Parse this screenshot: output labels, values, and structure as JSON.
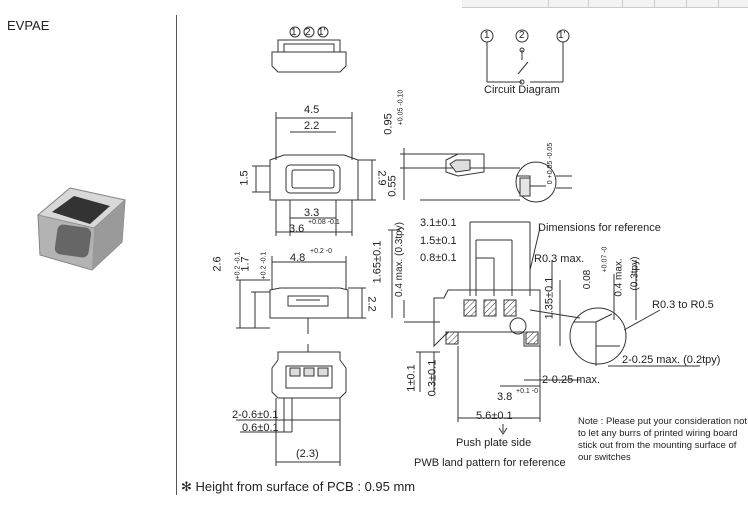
{
  "model": "EVPAE",
  "circuit": {
    "title": "Circuit Diagram",
    "terminals": [
      "1",
      "2",
      "1'"
    ]
  },
  "dimensions": {
    "d45": "4.5",
    "d22": "2.2",
    "d15": "1.5",
    "d29": "2.9",
    "d33": "3.3",
    "d36": "3.6",
    "d36_tol": "+0.08 -0.1",
    "d48": "4.8",
    "d48_tol": "+0.2 -0",
    "d26": "2.6",
    "d26_tol": "+0.2 -0.1",
    "d17": "1.7",
    "d17_tol": "+0.2 -0.1",
    "d22b": "2.2",
    "d20_6": "2-0.6±0.1",
    "d06": "0.6±0.1",
    "d23": "(2.3)",
    "d095": "0.95",
    "d095_tol": "+0.05 -0.10",
    "d055": "0.55",
    "d0_tol": "0 +0.05 -0.05",
    "d31": "3.1±0.1",
    "d15b": "1.5±0.1",
    "d08": "0.8±0.1",
    "d165": "1.65±0.1",
    "d04max": "0.4 max. (0.3tpy)",
    "r03": "R0.3 max.",
    "d135": "1.35±0.1",
    "d10": "1±0.1",
    "d03": "0.3±0.1",
    "d38": "3.8",
    "d38_tol": "+0.1 -0",
    "d2025": "2-0.25 max.",
    "d56": "5.6±0.1",
    "ref_title": "Dimensions for reference",
    "d008": "0.08",
    "d008_tol": "+0.07 -0",
    "d04max2": "0.4 max.",
    "d03tpy": "(0.3tpy)",
    "r0305": "R0.3 to R0.5",
    "d2025b": "2-0.25 max. (0.2tpy)"
  },
  "labels": {
    "push_plate": "Push plate side",
    "pwb": "PWB land pattern for reference",
    "note": "Note : Please put your consideration not to let any burrs of printed wiring board stick out from the mounting surface of our switches"
  },
  "footer": "✻ Height from surface of PCB : 0.95 mm"
}
